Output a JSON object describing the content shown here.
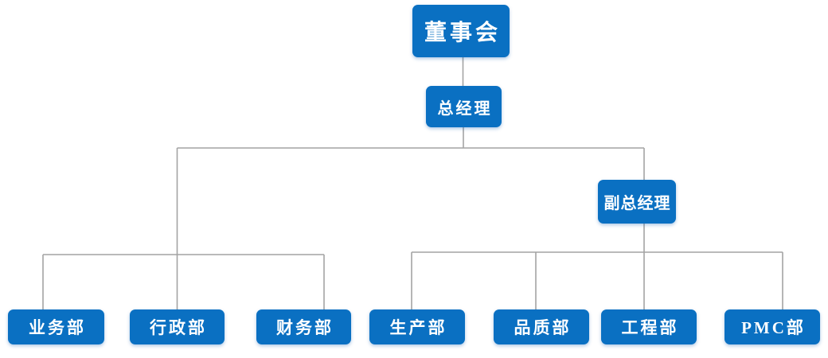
{
  "colors": {
    "node_fill": "#0a70c2",
    "node_text": "#ffffff",
    "connector_line": "#a3a3a3",
    "background": "#ffffff"
  },
  "nodes": {
    "board": {
      "label": "董事会"
    },
    "general_manager": {
      "label": "总经理",
      "reports_to": "董事会"
    },
    "deputy_general_manager": {
      "label": "副总经理",
      "reports_to": "总经理"
    }
  },
  "departments": [
    {
      "label": "业务部",
      "reports_to": "总经理"
    },
    {
      "label": "行政部",
      "reports_to": "总经理"
    },
    {
      "label": "财务部",
      "reports_to": "总经理"
    },
    {
      "label": "生产部",
      "reports_to": "副总经理"
    },
    {
      "label": "品质部",
      "reports_to": "副总经理"
    },
    {
      "label": "工程部",
      "reports_to": "副总经理"
    },
    {
      "label": "PMC部",
      "reports_to": "副总经理"
    }
  ]
}
